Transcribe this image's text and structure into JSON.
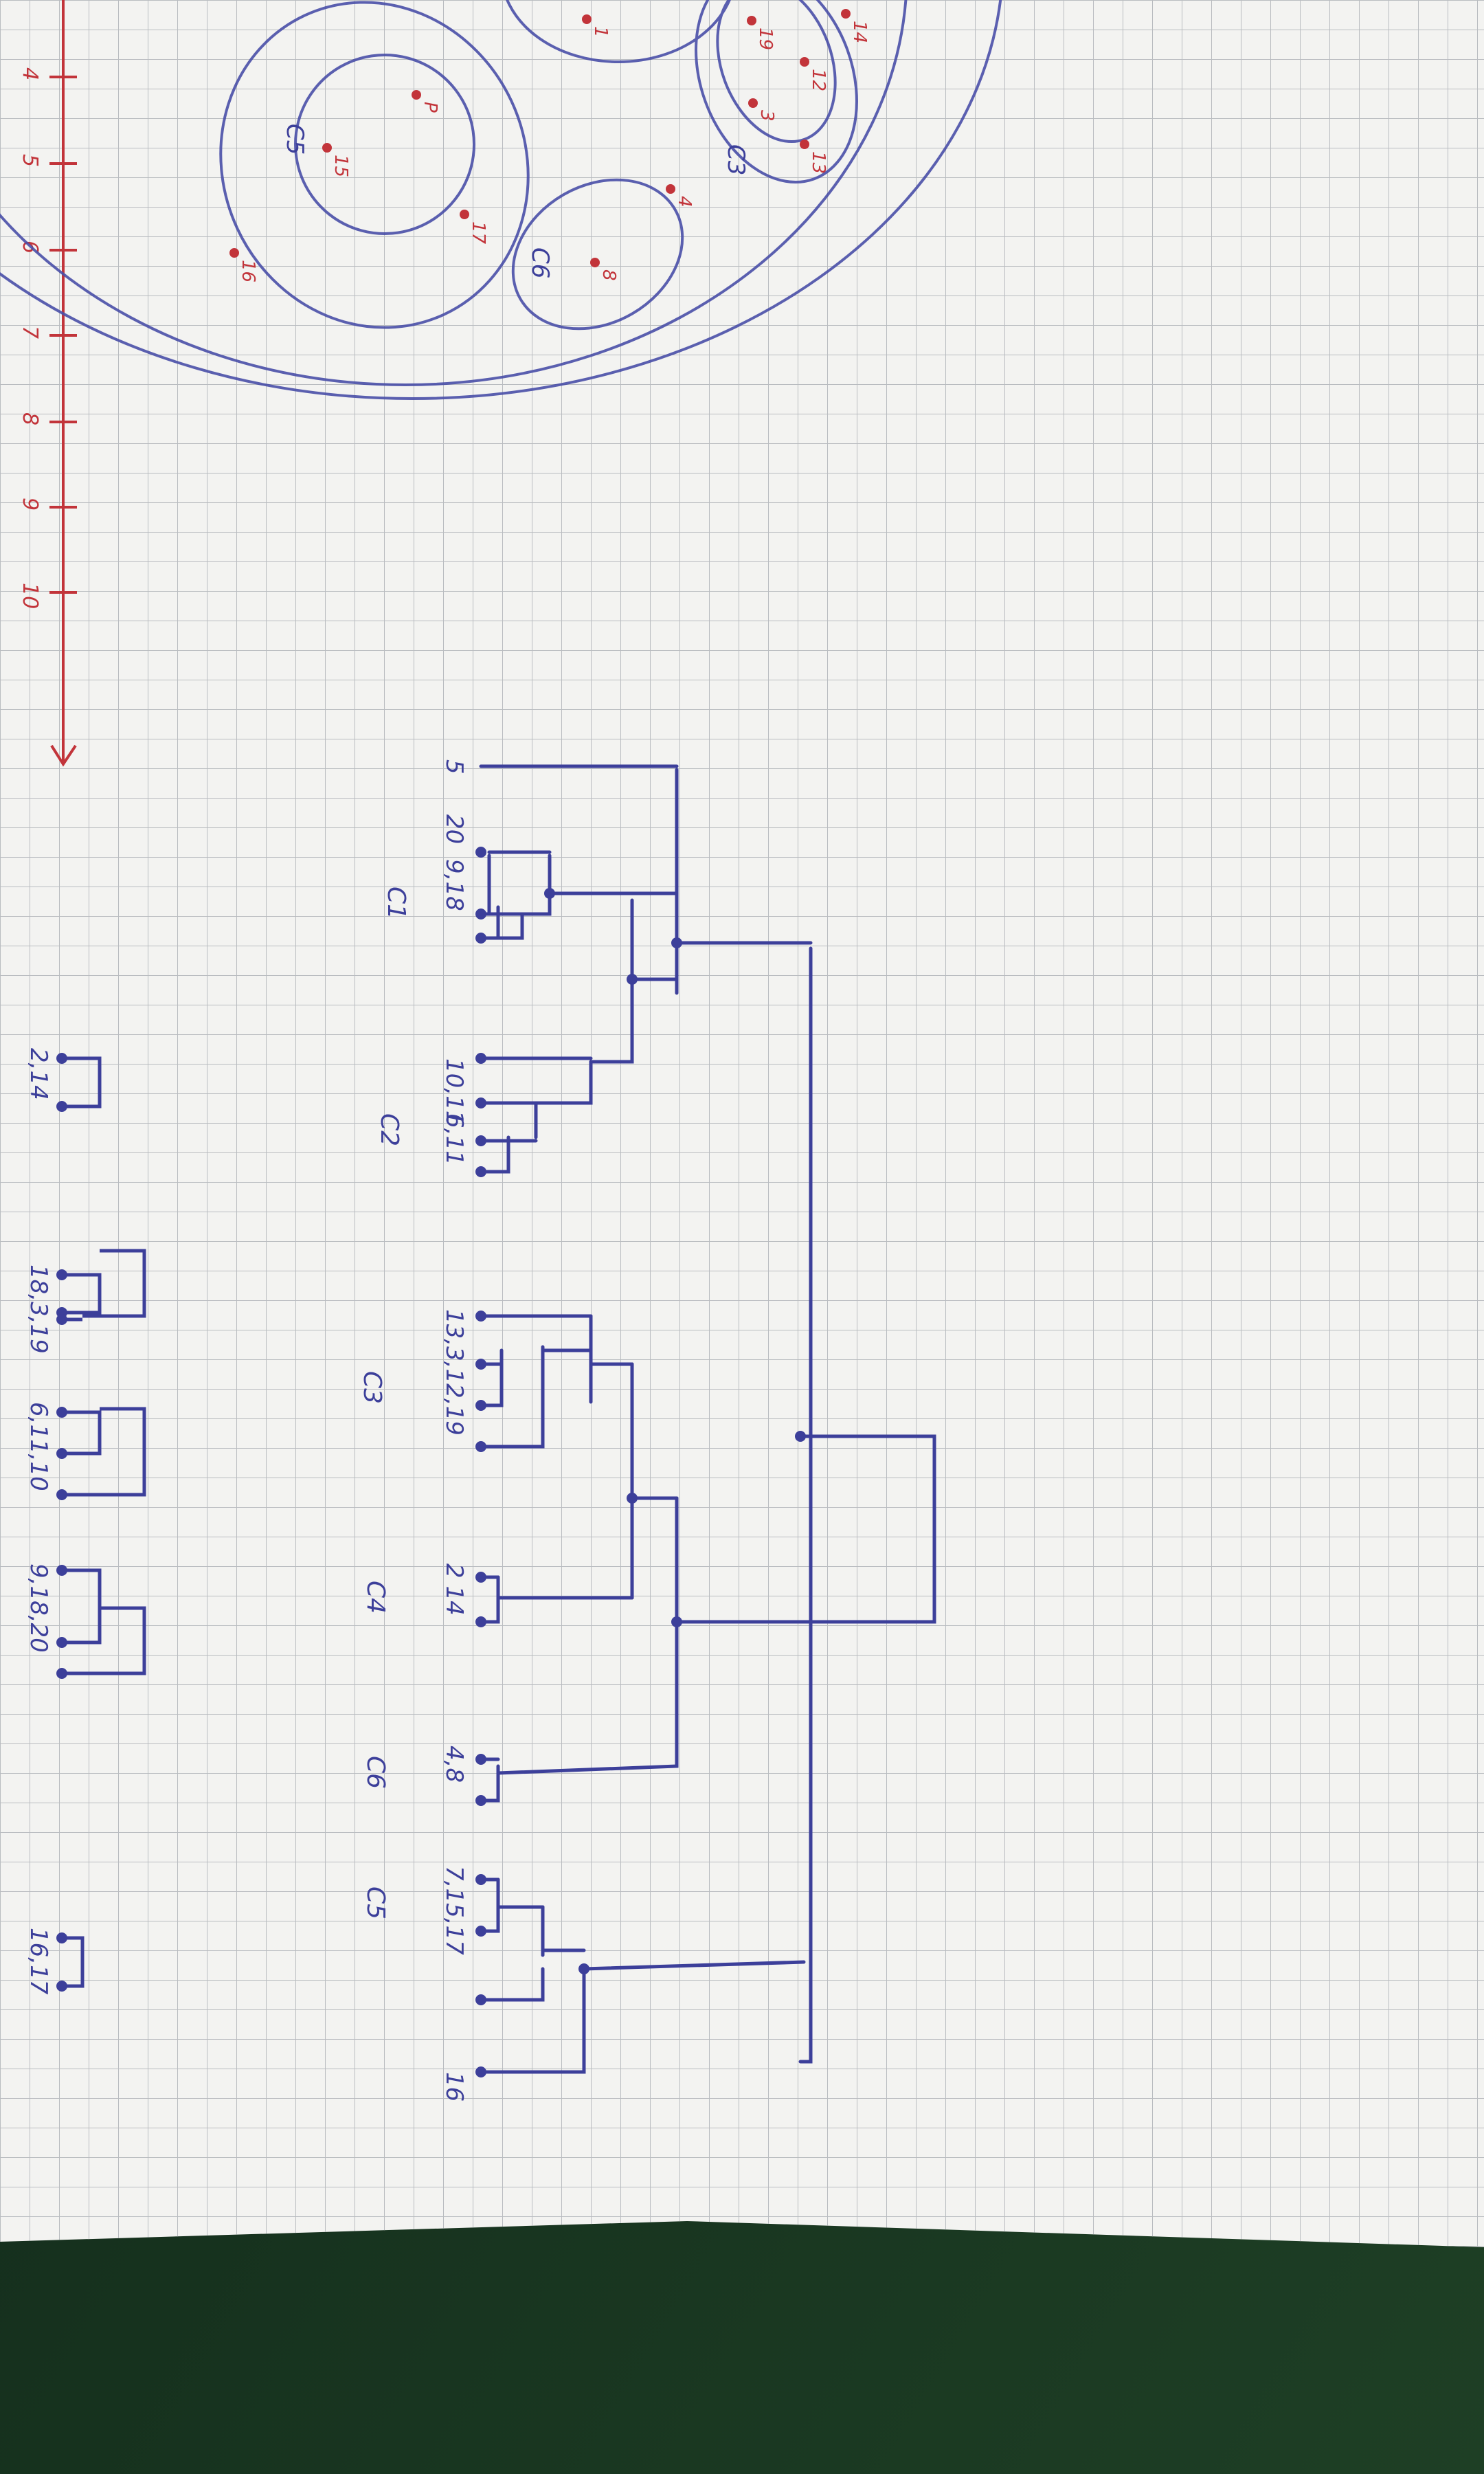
{
  "colors": {
    "paper": "#f3f3f1",
    "grid": "#b9bcc0",
    "pen": "#3c3f9a",
    "red_pen": "#c2343a",
    "desk": "#163321"
  },
  "axis": {
    "tick_labels": [
      "4",
      "5",
      "6",
      "7",
      "8",
      "9",
      "10"
    ]
  },
  "scatter": {
    "points": [
      "1",
      "19",
      "12",
      "3",
      "13",
      "14",
      "P",
      "15",
      "17",
      "16",
      "4",
      "8"
    ],
    "cluster_labels": [
      "C5",
      "C3",
      "C6"
    ]
  },
  "dendrogram": {
    "leaf_groups": [
      "5",
      "20",
      "9,18",
      "10,11",
      "6,11",
      "13,3,12,19",
      "2 14",
      "4,8",
      "7,15,17",
      "16"
    ],
    "cluster_labels": [
      "C1",
      "C2",
      "C3",
      "C4",
      "C6",
      "C5"
    ]
  },
  "sub_dendrograms": {
    "labels": [
      "2,14",
      "18,3,19",
      "6,11,10",
      "9,18,20",
      "16,17"
    ]
  }
}
